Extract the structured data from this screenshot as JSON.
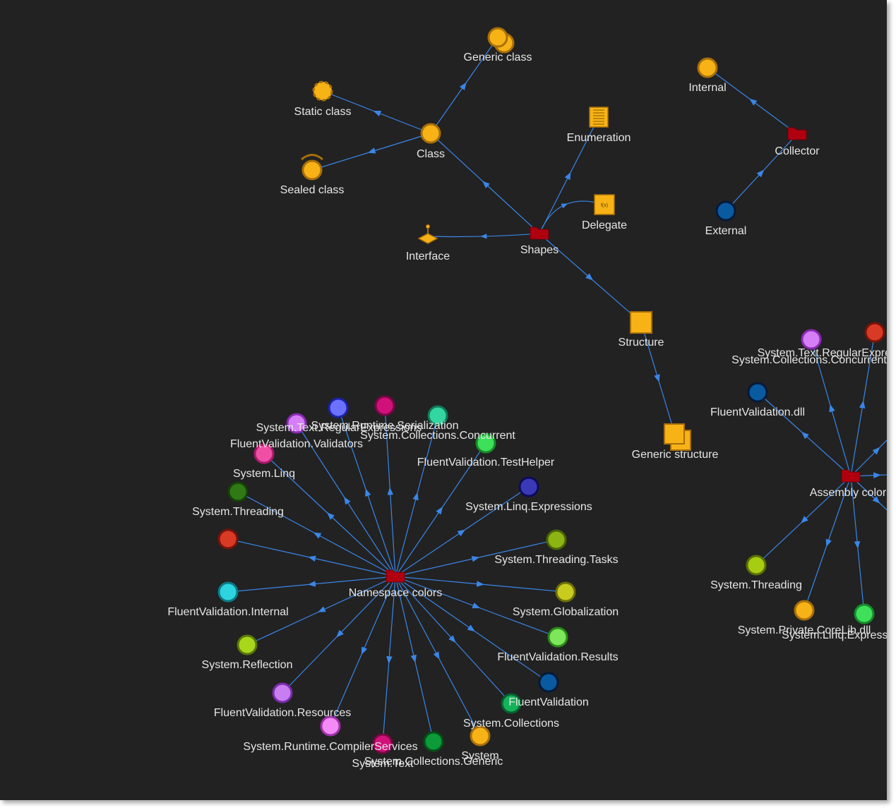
{
  "colors": {
    "background": "#222222",
    "edge": "#3a86e8",
    "namespace_folder": "#b0000f",
    "type_fill": "#f7b316",
    "type_stroke": "#a86f0a"
  },
  "nodes": [
    {
      "id": "shapes",
      "label": "Shapes",
      "shape": "folder"
    },
    {
      "id": "class",
      "label": "Class",
      "shape": "circle",
      "fill": "#f7b316",
      "stroke": "#a86f0a"
    },
    {
      "id": "generic-class",
      "label": "Generic class",
      "shape": "circle-stack",
      "fill": "#f7b316",
      "stroke": "#a86f0a"
    },
    {
      "id": "static-class",
      "label": "Static class",
      "shape": "circle-dashed",
      "fill": "#f7b316",
      "stroke": "#a86f0a"
    },
    {
      "id": "sealed-class",
      "label": "Sealed class",
      "shape": "circle-sealed",
      "fill": "#f7b316",
      "stroke": "#a86f0a"
    },
    {
      "id": "enumeration",
      "label": "Enumeration",
      "shape": "enum-box",
      "fill": "#f7b316",
      "stroke": "#a86f0a"
    },
    {
      "id": "delegate",
      "label": "Delegate",
      "shape": "delegate-box",
      "icon_text": "f(x)",
      "fill": "#f7b316",
      "stroke": "#a86f0a"
    },
    {
      "id": "interface",
      "label": "Interface",
      "shape": "interface-icon",
      "fill": "#f7b316",
      "stroke": "#a86f0a"
    },
    {
      "id": "structure",
      "label": "Structure",
      "shape": "square",
      "fill": "#f7b316",
      "stroke": "#a86f0a"
    },
    {
      "id": "generic-structure",
      "label": "Generic structure",
      "shape": "square-stack",
      "fill": "#f7b316",
      "stroke": "#a86f0a"
    },
    {
      "id": "collector",
      "label": "Collector",
      "shape": "folder"
    },
    {
      "id": "internal",
      "label": "Internal",
      "shape": "circle",
      "fill": "#f7b316",
      "stroke": "#a86f0a"
    },
    {
      "id": "external",
      "label": "External",
      "shape": "circle",
      "fill": "#0a5aa0",
      "stroke": "#051a3a"
    },
    {
      "id": "ns-colors",
      "label": "Namespace colors",
      "shape": "folder"
    },
    {
      "id": "ns-text-regex",
      "label": "System.Text.RegularExpressions",
      "shape": "circle",
      "fill": "#d57ef6",
      "stroke": "#8a2ab4"
    },
    {
      "id": "ns-runtime-ser",
      "label": "System.Runtime.Serialization",
      "shape": "circle",
      "fill": "#6a72ff",
      "stroke": "#1a22a8"
    },
    {
      "id": "ns-sys-serial-node",
      "label": "",
      "shape": "circle",
      "fill": "#d1117a",
      "stroke": "#7c0646"
    },
    {
      "id": "ns-coll-concurrent",
      "label": "System.Collections.Concurrent",
      "shape": "circle",
      "fill": "#34d6a0",
      "stroke": "#0f7a5a"
    },
    {
      "id": "ns-fv-validators",
      "label": "FluentValidation.Validators",
      "shape": "circle",
      "fill": "#f04fa6",
      "stroke": "#a81a68"
    },
    {
      "id": "ns-fv-testhelper",
      "label": "FluentValidation.TestHelper",
      "shape": "circle",
      "fill": "#3ee05a",
      "stroke": "#168a2a"
    },
    {
      "id": "ns-linq",
      "label": "System.Linq",
      "shape": "circle",
      "fill": "#2f7a14",
      "stroke": "#164008"
    },
    {
      "id": "ns-linq-expr",
      "label": "System.Linq.Expressions",
      "shape": "circle",
      "fill": "#3a3ab8",
      "stroke": "#0c0c5a"
    },
    {
      "id": "ns-threading",
      "label": "System.Threading",
      "shape": "circle",
      "fill": "#d83a26",
      "stroke": "#7a1208"
    },
    {
      "id": "ns-threading-tasks",
      "label": "System.Threading.Tasks",
      "shape": "circle",
      "fill": "#8cb412",
      "stroke": "#4a6406"
    },
    {
      "id": "ns-fv-internal",
      "label": "FluentValidation.Internal",
      "shape": "circle",
      "fill": "#2ed3e0",
      "stroke": "#0a7a84"
    },
    {
      "id": "ns-globalization",
      "label": "System.Globalization",
      "shape": "circle",
      "fill": "#c8cc1e",
      "stroke": "#6c6e08"
    },
    {
      "id": "ns-reflection",
      "label": "System.Reflection",
      "shape": "circle",
      "fill": "#a8d61a",
      "stroke": "#5a760a"
    },
    {
      "id": "ns-fv-results",
      "label": "FluentValidation.Results",
      "shape": "circle",
      "fill": "#7ee65a",
      "stroke": "#2a8a18"
    },
    {
      "id": "ns-fv-resources",
      "label": "FluentValidation.Resources",
      "shape": "circle",
      "fill": "#c87ef0",
      "stroke": "#7a2aac"
    },
    {
      "id": "ns-fluentvalidation",
      "label": "FluentValidation",
      "shape": "circle",
      "fill": "#0a5aa0",
      "stroke": "#051a3a"
    },
    {
      "id": "ns-runtime-compiler",
      "label": "System.Runtime.CompilerServices",
      "shape": "circle",
      "fill": "#f38af5",
      "stroke": "#a030a8"
    },
    {
      "id": "ns-collections",
      "label": "System.Collections",
      "shape": "circle",
      "fill": "#14b25a",
      "stroke": "#066030"
    },
    {
      "id": "ns-text",
      "label": "System.Text",
      "shape": "circle",
      "fill": "#d1117a",
      "stroke": "#7c0646"
    },
    {
      "id": "ns-coll-generic",
      "label": "System.Collections.Generic",
      "shape": "circle",
      "fill": "#0c9a3a",
      "stroke": "#045018"
    },
    {
      "id": "ns-system",
      "label": "System",
      "shape": "circle",
      "fill": "#f7b316",
      "stroke": "#a86f0a"
    },
    {
      "id": "asm-colors",
      "label": "Assembly colors",
      "shape": "folder"
    },
    {
      "id": "asm-text-regex",
      "label": "System.Text.RegularExpressions",
      "shape": "circle",
      "fill": "#d57ef6",
      "stroke": "#8a2ab4"
    },
    {
      "id": "asm-coll-concurrent",
      "label": "System.Collections.Concurrent",
      "shape": "circle",
      "fill": "#d83a26",
      "stroke": "#7a1208"
    },
    {
      "id": "asm-fv-dll",
      "label": "FluentValidation.dll",
      "shape": "circle",
      "fill": "#0a5aa0",
      "stroke": "#051a3a"
    },
    {
      "id": "asm-threading",
      "label": "System.Threading",
      "shape": "circle",
      "fill": "#a8cc12",
      "stroke": "#5a7006"
    },
    {
      "id": "asm-private-corelib",
      "label": "System.Private.CoreLib.dll",
      "shape": "circle",
      "fill": "#f7b316",
      "stroke": "#a86f0a"
    },
    {
      "id": "asm-linq-expr",
      "label": "System.Linq.Expressions",
      "shape": "circle",
      "fill": "#3ee05a",
      "stroke": "#168a2a"
    }
  ],
  "edges": [
    {
      "from": "shapes",
      "to": "class"
    },
    {
      "from": "class",
      "to": "generic-class"
    },
    {
      "from": "class",
      "to": "static-class"
    },
    {
      "from": "class",
      "to": "sealed-class"
    },
    {
      "from": "shapes",
      "to": "enumeration"
    },
    {
      "from": "shapes",
      "to": "delegate",
      "curved": true
    },
    {
      "from": "shapes",
      "to": "interface",
      "curved": true
    },
    {
      "from": "shapes",
      "to": "structure"
    },
    {
      "from": "structure",
      "to": "generic-structure"
    },
    {
      "from": "collector",
      "to": "internal"
    },
    {
      "from": "external",
      "to": "collector"
    },
    {
      "from": "ns-colors",
      "to": "ns-text-regex"
    },
    {
      "from": "ns-colors",
      "to": "ns-runtime-ser"
    },
    {
      "from": "ns-colors",
      "to": "ns-sys-serial-node"
    },
    {
      "from": "ns-colors",
      "to": "ns-coll-concurrent"
    },
    {
      "from": "ns-colors",
      "to": "ns-fv-validators"
    },
    {
      "from": "ns-colors",
      "to": "ns-fv-testhelper"
    },
    {
      "from": "ns-colors",
      "to": "ns-linq"
    },
    {
      "from": "ns-colors",
      "to": "ns-linq-expr"
    },
    {
      "from": "ns-colors",
      "to": "ns-threading"
    },
    {
      "from": "ns-colors",
      "to": "ns-threading-tasks"
    },
    {
      "from": "ns-colors",
      "to": "ns-fv-internal"
    },
    {
      "from": "ns-colors",
      "to": "ns-globalization"
    },
    {
      "from": "ns-colors",
      "to": "ns-reflection"
    },
    {
      "from": "ns-colors",
      "to": "ns-fv-results"
    },
    {
      "from": "ns-colors",
      "to": "ns-fv-resources"
    },
    {
      "from": "ns-colors",
      "to": "ns-fluentvalidation"
    },
    {
      "from": "ns-colors",
      "to": "ns-runtime-compiler"
    },
    {
      "from": "ns-colors",
      "to": "ns-collections"
    },
    {
      "from": "ns-colors",
      "to": "ns-text"
    },
    {
      "from": "ns-colors",
      "to": "ns-coll-generic"
    },
    {
      "from": "ns-colors",
      "to": "ns-system"
    },
    {
      "from": "asm-colors",
      "to": "asm-text-regex"
    },
    {
      "from": "asm-colors",
      "to": "asm-coll-concurrent"
    },
    {
      "from": "asm-colors",
      "to": "asm-fv-dll"
    },
    {
      "from": "asm-colors",
      "to": "asm-threading"
    },
    {
      "from": "asm-colors",
      "to": "asm-private-corelib"
    },
    {
      "from": "asm-colors",
      "to": "asm-linq-expr"
    },
    {
      "from": "asm-colors",
      "to": "asm-offscreen-1"
    },
    {
      "from": "asm-colors",
      "to": "asm-offscreen-2"
    },
    {
      "from": "asm-colors",
      "to": "asm-offscreen-3"
    }
  ]
}
